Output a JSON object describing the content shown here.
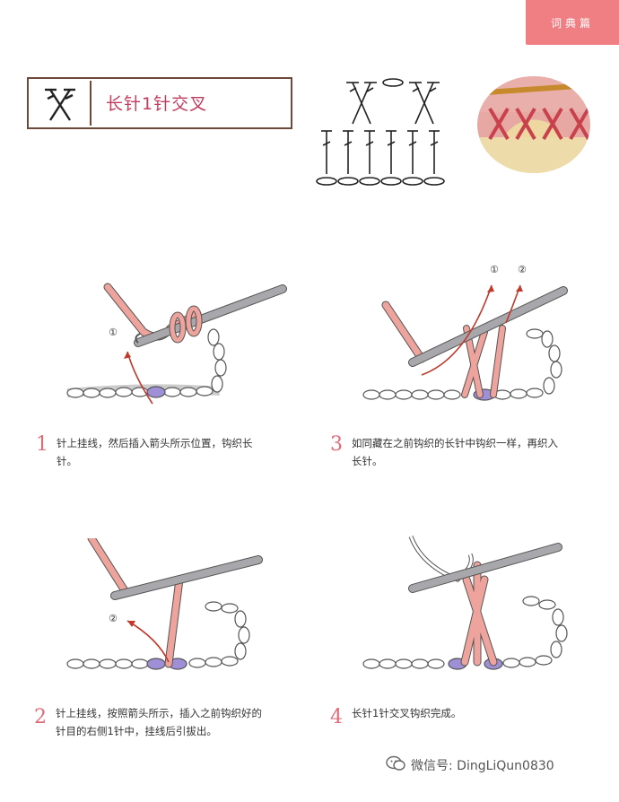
{
  "header": {
    "section_tab": "词典篇"
  },
  "title": {
    "label": "长针1针交叉"
  },
  "steps": [
    {
      "number": "1",
      "text_line1": "针上挂线，然后插入箭头所示位置，钩织长",
      "text_line2": "针。",
      "arrow_labels": [
        "①"
      ]
    },
    {
      "number": "2",
      "text_line1": "针上挂线，按照箭头所示，插入之前钩织好的",
      "text_line2": "针目的右侧1针中，挂线后引拔出。",
      "arrow_labels": [
        "②"
      ]
    },
    {
      "number": "3",
      "text_line1": "如同藏在之前钩织的长针中钩织一样，再织入",
      "text_line2": "长针。",
      "arrow_labels": [
        "①",
        "②"
      ]
    },
    {
      "number": "4",
      "text_line1": "长针1针交叉钩织完成。",
      "text_line2": "",
      "arrow_labels": []
    }
  ],
  "watermark": {
    "text": "微信号: DingLiQun0830"
  },
  "colors": {
    "accent": "#f07f83",
    "title_text": "#c23a5c",
    "box_border": "#6b4a3a",
    "yarn_pink": "#eea39c",
    "hook_gray": "#9a9a9e",
    "arrow_red": "#c0392b",
    "highlight_purple": "#9f8fd6"
  }
}
